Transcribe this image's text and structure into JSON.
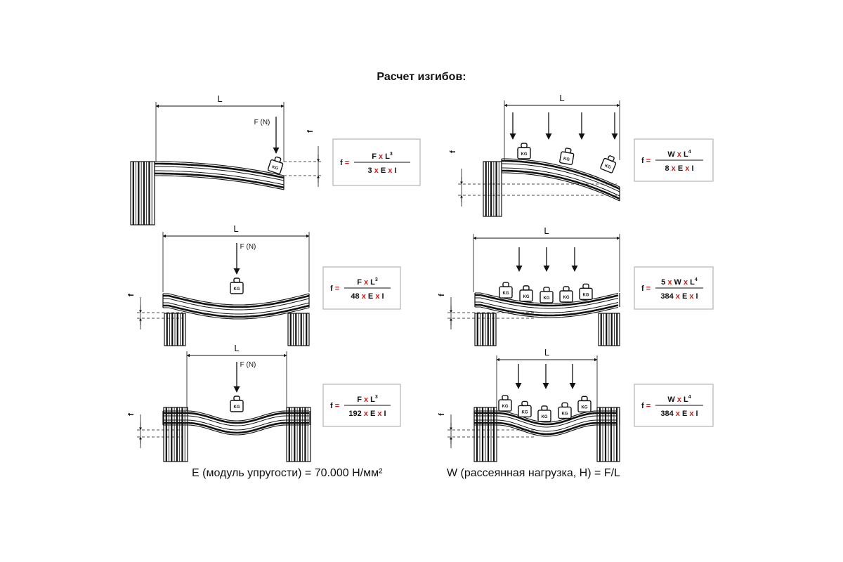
{
  "title": "Расчет изгибов:",
  "labels": {
    "length": "L",
    "force": "F (N)",
    "deflection": "f",
    "weight": "KG"
  },
  "formulas": {
    "f1": {
      "lhs": "f =",
      "num": [
        "F",
        "x",
        "L",
        "3"
      ],
      "den": [
        "3",
        "x",
        "E",
        "x",
        "I"
      ]
    },
    "f2": {
      "lhs": "f =",
      "num": [
        "W",
        "x",
        "L",
        "4"
      ],
      "den": [
        "8",
        "x",
        "E",
        "x",
        "I"
      ]
    },
    "f3": {
      "lhs": "f =",
      "num": [
        "F",
        "x",
        "L",
        "3"
      ],
      "den": [
        "48",
        "x",
        "E",
        "x",
        "I"
      ]
    },
    "f4": {
      "lhs": "f =",
      "num": [
        "5",
        "x",
        "W",
        "x",
        "L",
        "4"
      ],
      "den": [
        "384",
        "x",
        "E",
        "x",
        "I"
      ]
    },
    "f5": {
      "lhs": "f =",
      "num": [
        "F",
        "x",
        "L",
        "3"
      ],
      "den": [
        "192",
        "x",
        "E",
        "x",
        "I"
      ]
    },
    "f6": {
      "lhs": "f =",
      "num": [
        "W",
        "x",
        "L",
        "4"
      ],
      "den": [
        "384",
        "x",
        "E",
        "x",
        "I"
      ]
    }
  },
  "footnotes": {
    "e": "E (модуль упругости) = 70.000 Н/мм²",
    "w": "W (рассеянная нагрузка, Н) = F/L"
  },
  "colors": {
    "ink": "#111111",
    "operator": "#d11a1a",
    "box_border": "#b5b5b5"
  }
}
